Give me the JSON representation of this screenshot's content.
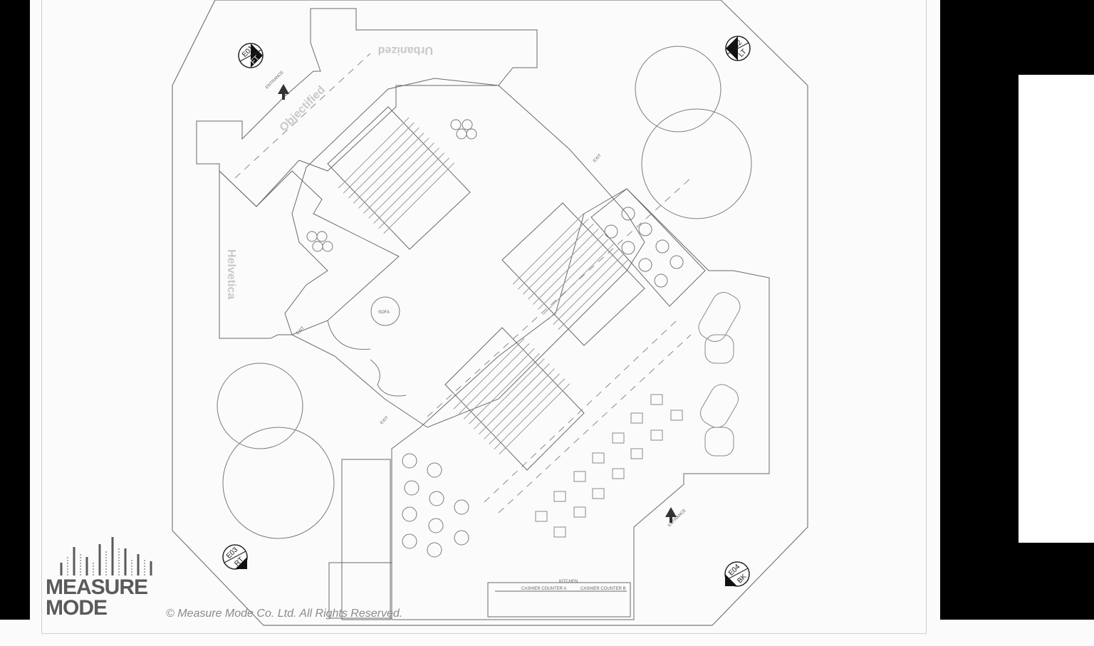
{
  "brand": {
    "logo_line1": "MEASURE",
    "logo_line2": "MODE"
  },
  "copyright": "© Measure Mode Co. Ltd. All Rights Reserved.",
  "elevation_tags": [
    {
      "id": "E01",
      "sub": "FT"
    },
    {
      "id": "E02",
      "sub": "LT"
    },
    {
      "id": "E03",
      "sub": "RT"
    },
    {
      "id": "E04",
      "sub": "BK"
    }
  ],
  "plan_labels": {
    "entrance": "ENTRANCE",
    "exit": "EXIT",
    "sofa": "SOFA",
    "cashier_a": "CASHIER COUNTER A",
    "cashier_b": "CASHIER COUNTER B",
    "kitchen": "KITCHEN",
    "tenant_1": "Urbanized",
    "tenant_2": "Objectified",
    "tenant_3": "Helvetica"
  },
  "colors": {
    "background": "#fbfbfb",
    "linework": "#6a6a6a",
    "black": "#000000"
  }
}
